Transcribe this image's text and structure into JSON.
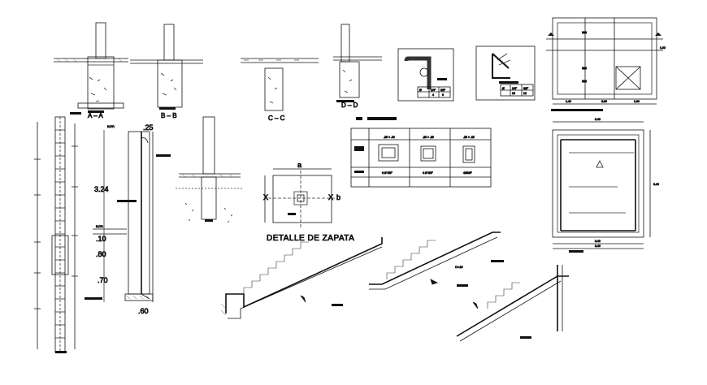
{
  "drawing": {
    "sections": [
      "A – A",
      "B – B",
      "C – C",
      "D – D"
    ],
    "plan_dims": {
      "width": "3.00",
      "right_h": "1.00",
      "sub": "1.60",
      "side": "1.40"
    },
    "plan2_dims": {
      "width": "3.40",
      "mid": "3.40",
      "bot": "3.40",
      "bot2": "3.40"
    },
    "column": {
      "label": "N.F.P.",
      "top_dim": ".25",
      "height": "3.24",
      "h2": ".10",
      "h3": ".80",
      "h4": ".70",
      "bottom": ".60",
      "nfp_label": "N.F.P."
    },
    "zapata": {
      "top_dim": "a",
      "side_x1": "X",
      "side_x2": "X",
      "side_b": "b",
      "title": "DETALLE DE ZAPATA"
    },
    "table1": {
      "rows": [
        [
          "Ø",
          "1/4\"",
          "3/8\""
        ],
        [
          "",
          "4",
          "6"
        ]
      ]
    },
    "table2": {
      "rows": [
        [
          "Ø",
          "1/4\"",
          "3/8\""
        ],
        [
          "",
          "10",
          "12"
        ]
      ]
    },
    "col_table": {
      "cells": [
        ".25 × .40",
        ".25 × .25",
        ".25 × .15"
      ],
      "bars": [
        "6 Ø 5/8\"",
        "4 Ø 5/8\"",
        "4Ø3/8\""
      ]
    },
    "stairs": {
      "c_label": "C=.15"
    }
  },
  "colors": {
    "ink": "#111111",
    "paper": "#ffffff",
    "hatch": "#555555"
  }
}
